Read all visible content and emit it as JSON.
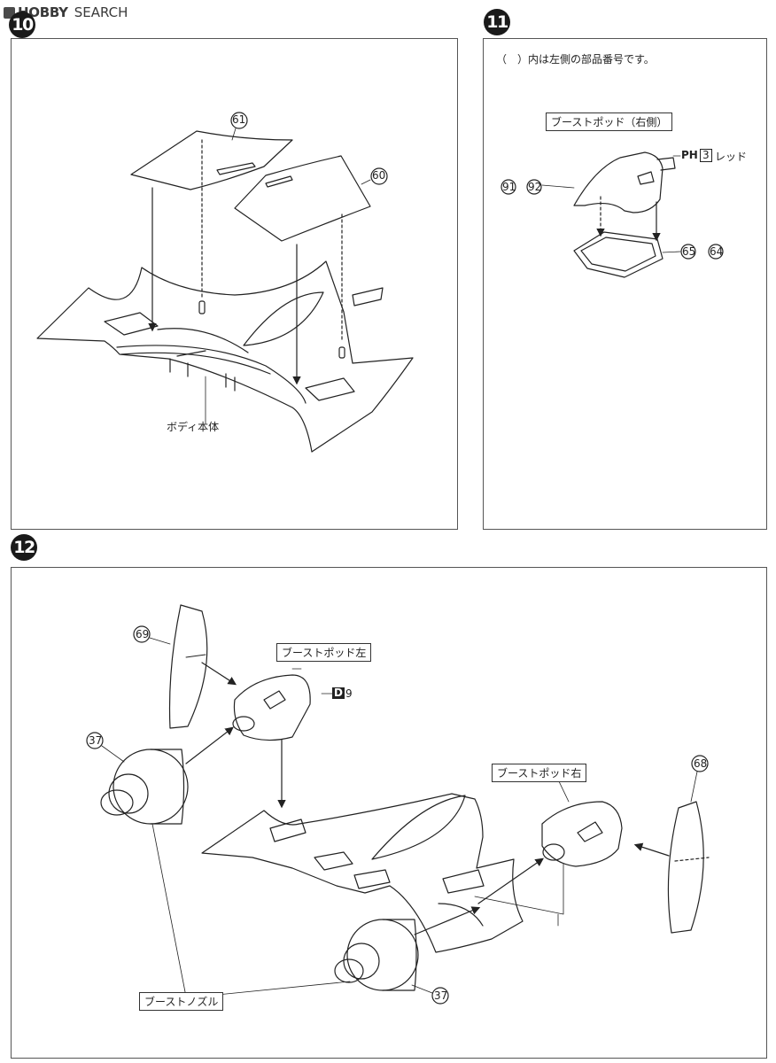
{
  "header": {
    "logo_word": "HOBBY",
    "logo_search": "SEARCH"
  },
  "steps": {
    "s10": {
      "badge": "10",
      "part_top": "61",
      "part_right": "60",
      "body_label": "ボディ本体"
    },
    "s11": {
      "badge": "11",
      "note": "（　）内は左側の部品番号です。",
      "title_box": "ブーストポッド（右側）",
      "paint_code": "PH",
      "paint_num": "3",
      "paint_color": "レッド",
      "part_pod": "91",
      "part_pod_left": "92",
      "part_base": "65",
      "part_base_left": "64"
    },
    "s12": {
      "badge": "12",
      "fin_left": "69",
      "fin_right": "68",
      "nozzle_top": "37",
      "nozzle_bottom": "37",
      "pod_left_label": "ブーストポッド左",
      "pod_right_label": "ブーストポッド右",
      "decal_letter": "D",
      "decal_num": "9",
      "nozzle_label": "ブーストノズル"
    }
  },
  "colors": {
    "ink": "#222222",
    "badge_bg": "#1a1a1a",
    "panel_border": "#555555",
    "paper": "#ffffff"
  }
}
